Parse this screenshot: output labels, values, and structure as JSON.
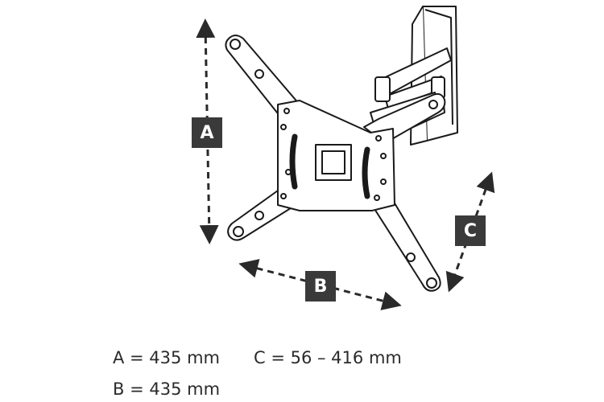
{
  "dimension_labels": {
    "a": "A",
    "b": "B",
    "c": "C"
  },
  "specs": {
    "a": "A = 435 mm",
    "b": "B = 435 mm",
    "c": "C = 56 – 416 mm"
  },
  "colors": {
    "line": "#1a1a1a",
    "label_bg": "#3a3a3a",
    "label_text": "#ffffff",
    "spec_text": "#2b2b2b"
  }
}
